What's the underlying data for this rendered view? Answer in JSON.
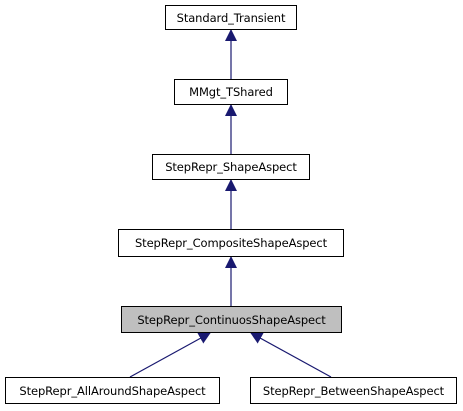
{
  "diagram": {
    "nodes": {
      "standard_transient": "Standard_Transient",
      "mmgt_tshared": "MMgt_TShared",
      "shape_aspect": "StepRepr_ShapeAspect",
      "composite_shape_aspect": "StepRepr_CompositeShapeAspect",
      "continuos_shape_aspect": "StepRepr_ContinuosShapeAspect",
      "all_around_shape_aspect": "StepRepr_AllAroundShapeAspect",
      "between_shape_aspect": "StepRepr_BetweenShapeAspect"
    },
    "highlighted_node": "continuos_shape_aspect",
    "edge_color": "#191970",
    "highlight_fill": "#bfbfbf"
  }
}
